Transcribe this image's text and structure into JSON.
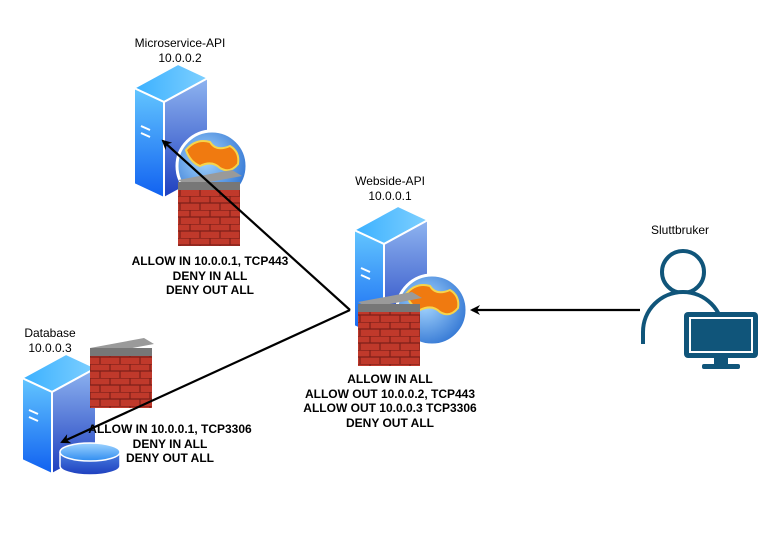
{
  "nodes": {
    "microservice": {
      "name": "Microservice-API",
      "ip": "10.0.0.2",
      "rules": [
        "ALLOW IN 10.0.0.1, TCP443",
        "DENY IN ALL",
        "DENY OUT ALL"
      ]
    },
    "webside": {
      "name": "Webside-API",
      "ip": "10.0.0.1",
      "rules": [
        "ALLOW IN ALL",
        "ALLOW OUT 10.0.0.2, TCP443",
        "ALLOW OUT 10.0.0.3 TCP3306",
        "DENY OUT ALL"
      ]
    },
    "database": {
      "name": "Database",
      "ip": "10.0.0.3",
      "rules": [
        "ALLOW IN 10.0.0.1, TCP3306",
        "DENY IN ALL",
        "DENY OUT ALL"
      ]
    },
    "enduser": {
      "name": "Sluttbruker"
    }
  },
  "connections": [
    {
      "from": "enduser",
      "to": "webside"
    },
    {
      "from": "webside",
      "to": "microservice"
    },
    {
      "from": "webside",
      "to": "database"
    }
  ],
  "colors": {
    "server_light": "#4fc3f7",
    "server_dark": "#1e5fd6",
    "brick": "#c0392b",
    "user_icon": "#10557a",
    "arrow": "#000000"
  }
}
